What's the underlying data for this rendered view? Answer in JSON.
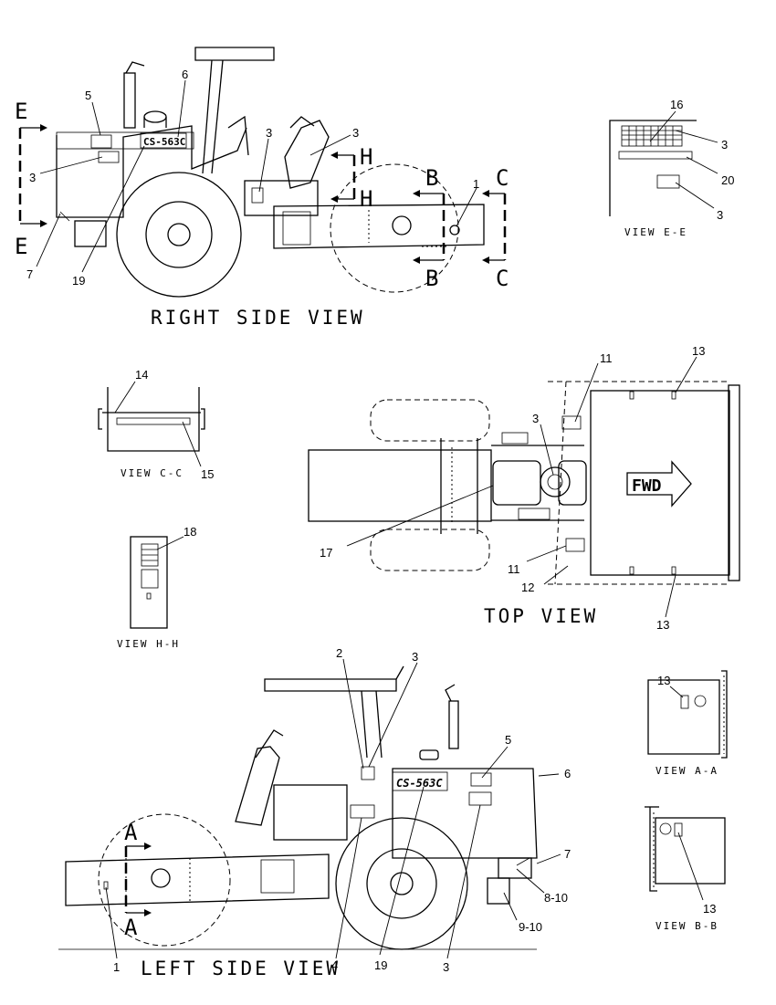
{
  "views": {
    "right_side": {
      "title": "RIGHT SIDE VIEW",
      "callouts": {
        "c5": "5",
        "c6": "6",
        "c3a": "3",
        "c3b": "3",
        "c3c": "3",
        "c1": "1",
        "c7": "7",
        "c19": "19"
      },
      "section_letters": {
        "e_top": "E",
        "e_bot": "E",
        "h_top": "H",
        "h_bot": "H",
        "b_top": "B",
        "b_bot": "B",
        "c_top": "C",
        "c_bot": "C"
      }
    },
    "view_e_e": {
      "title": "VIEW E-E",
      "callouts": {
        "c16": "16",
        "c3a": "3",
        "c20": "20",
        "c3b": "3"
      }
    },
    "view_c_c": {
      "title": "VIEW C-C",
      "callouts": {
        "c14": "14",
        "c15": "15"
      }
    },
    "view_h_h": {
      "title": "VIEW H-H",
      "callouts": {
        "c18": "18"
      }
    },
    "top": {
      "title": "TOP VIEW",
      "fwd": "FWD",
      "callouts": {
        "c11a": "11",
        "c13a": "13",
        "c3": "3",
        "c17": "17",
        "c11b": "11",
        "c12": "12",
        "c13b": "13"
      }
    },
    "view_a_a": {
      "title": "VIEW A-A",
      "callouts": {
        "c13": "13"
      }
    },
    "view_b_b": {
      "title": "VIEW B-B",
      "callouts": {
        "c13": "13"
      }
    },
    "left_side": {
      "title": "LEFT SIDE VIEW",
      "decal_text": "CS-563C",
      "decal_text_right": "CS-563C",
      "callouts": {
        "c2": "2",
        "c3a": "3",
        "c5": "5",
        "c6": "6",
        "c7": "7",
        "c8_10": "8-10",
        "c9_10": "9-10",
        "c1": "1",
        "c4": "4",
        "c19": "19",
        "c3b": "3"
      },
      "section_letters": {
        "a_top": "A",
        "a_bot": "A"
      }
    }
  }
}
